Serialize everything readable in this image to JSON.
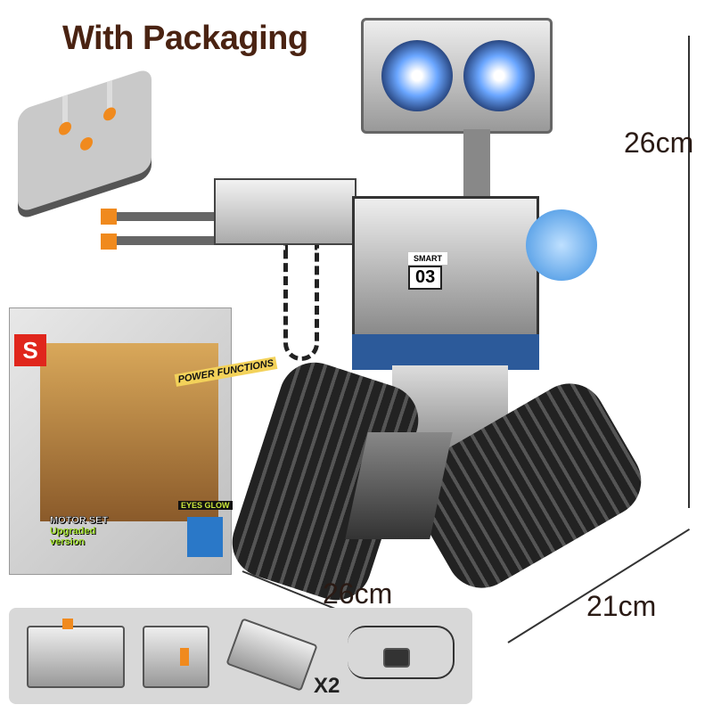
{
  "title": "With Packaging",
  "dimensions": {
    "height": "26cm",
    "width": "26cm",
    "depth": "21cm"
  },
  "package": {
    "brand_logo": "S",
    "badge": "POWER FUNCTIONS",
    "motor_set": "MOTOR SET",
    "upgraded": "Upgraded",
    "version": "version",
    "eyes": "EYES GLOW"
  },
  "robot": {
    "label": "SMART",
    "number": "03"
  },
  "accessories": {
    "quantity_label": "X2"
  },
  "colors": {
    "title": "#4a2312",
    "accent_orange": "#f08a1e",
    "brand_red": "#e0261c",
    "eye_blue": "#6aa6ff",
    "belt_blue": "#2c5a9a"
  }
}
